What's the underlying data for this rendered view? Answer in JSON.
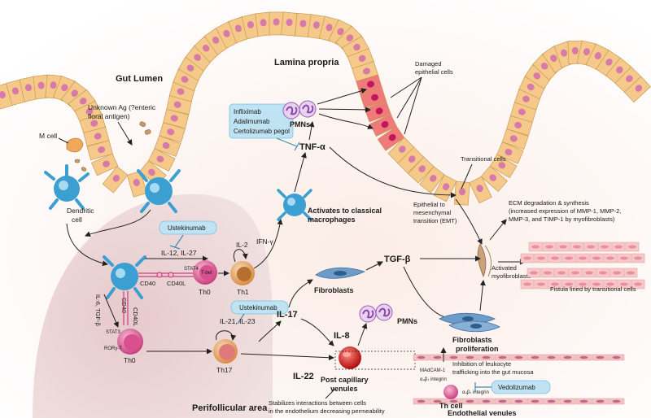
{
  "regions": {
    "gut_lumen": "Gut Lumen",
    "lamina_propria": "Lamina propria",
    "perifollicular": "Perifollicular area"
  },
  "cells": {
    "m_cell": "M cell",
    "unknown_ag": [
      "Unknown Ag (?enteric",
      "floral antigen)"
    ],
    "dendritic": [
      "Dendritic",
      "cell"
    ],
    "damaged": [
      "Damaged",
      "epithelial cells"
    ],
    "transitional": "Transitional cells",
    "pmns_top": "PMNs",
    "pmns_bottom": "PMNs",
    "macrophage": [
      "Activates to classical",
      "macrophages"
    ],
    "fibroblasts": "Fibroblasts",
    "fibroblasts_prolif": [
      "Fibroblasts",
      "proliferation"
    ],
    "activated_myo": [
      "Activated",
      "myofibroblasts"
    ],
    "fistula": "Fistula lined by transitional cells",
    "post_capillary": [
      "Post capillary",
      "venules"
    ],
    "endothelial": "Endothelial venules",
    "th0_a": "Th0",
    "th0_b": "Th0",
    "th1": "Th1",
    "th17": "Th17",
    "th_cell": "Th cell"
  },
  "molecules": {
    "tnf": "TNF-α",
    "tgf": "TGF-β",
    "il12_27": "IL-12, IL-27",
    "il2": "IL-2",
    "ifn": "IFN-γ",
    "il17": "IL-17",
    "il21_23": "IL-21, IL-23",
    "il8": "IL-8",
    "il22": "IL-22",
    "cd40_a": "CD40",
    "cd40l_a": "CD40L",
    "cd40_b": "CD40",
    "cd40l_b": "CD40L",
    "il6_tgf": "IL-6, TGF-β",
    "tbet": "T-bet",
    "stat3": "STAT3",
    "ror": "RORγ-T",
    "stat4": "STAT4",
    "madcam": "MAdCAM-1",
    "a4b7_a": "α₄β₇ integrin",
    "a4b7_b": "α₄β₇ integrin"
  },
  "processes": {
    "emt": [
      "Epithelial to",
      "mesenchymal",
      "transition (EMT)"
    ],
    "ecm": [
      "ECM degradation & synthesis",
      "(increased expression of MMP-1, MMP-2,",
      "MMP-3, and TIMP-1 by myofibroblasts)"
    ],
    "inhibition": [
      "Inhibition of leukocyte",
      "trafficking into the gut mucosa"
    ],
    "stabilizes": [
      "Stabilizes interactions between cells",
      "in the endothelium decreasing permeability"
    ]
  },
  "drugs": {
    "anti_tnf": [
      "Infliximab",
      "Adalimumab",
      "Certolizumab pegol"
    ],
    "ustekinumab_a": "Ustekinumab",
    "ustekinumab_b": "Ustekinumab",
    "vedolizumab": "Vedolizumab"
  },
  "colors": {
    "crypt_cell": "#f5c989",
    "crypt_outline": "#c99a55",
    "nucleus": "#d87aa8",
    "damaged_cell": "#ee7a7a",
    "drug_box": "#bfe3f2",
    "drug_box_border": "#7cc1df",
    "peri_area": "#e9d3d3",
    "dendritic": "#3b9fd1",
    "th0": "#d9508e",
    "th_orange": "#e7a15e",
    "fibroblast": "#6e9cc9",
    "fistula_cell": "#f6c8c8",
    "pmn": "#9b59b6",
    "venule": "#d62020"
  }
}
